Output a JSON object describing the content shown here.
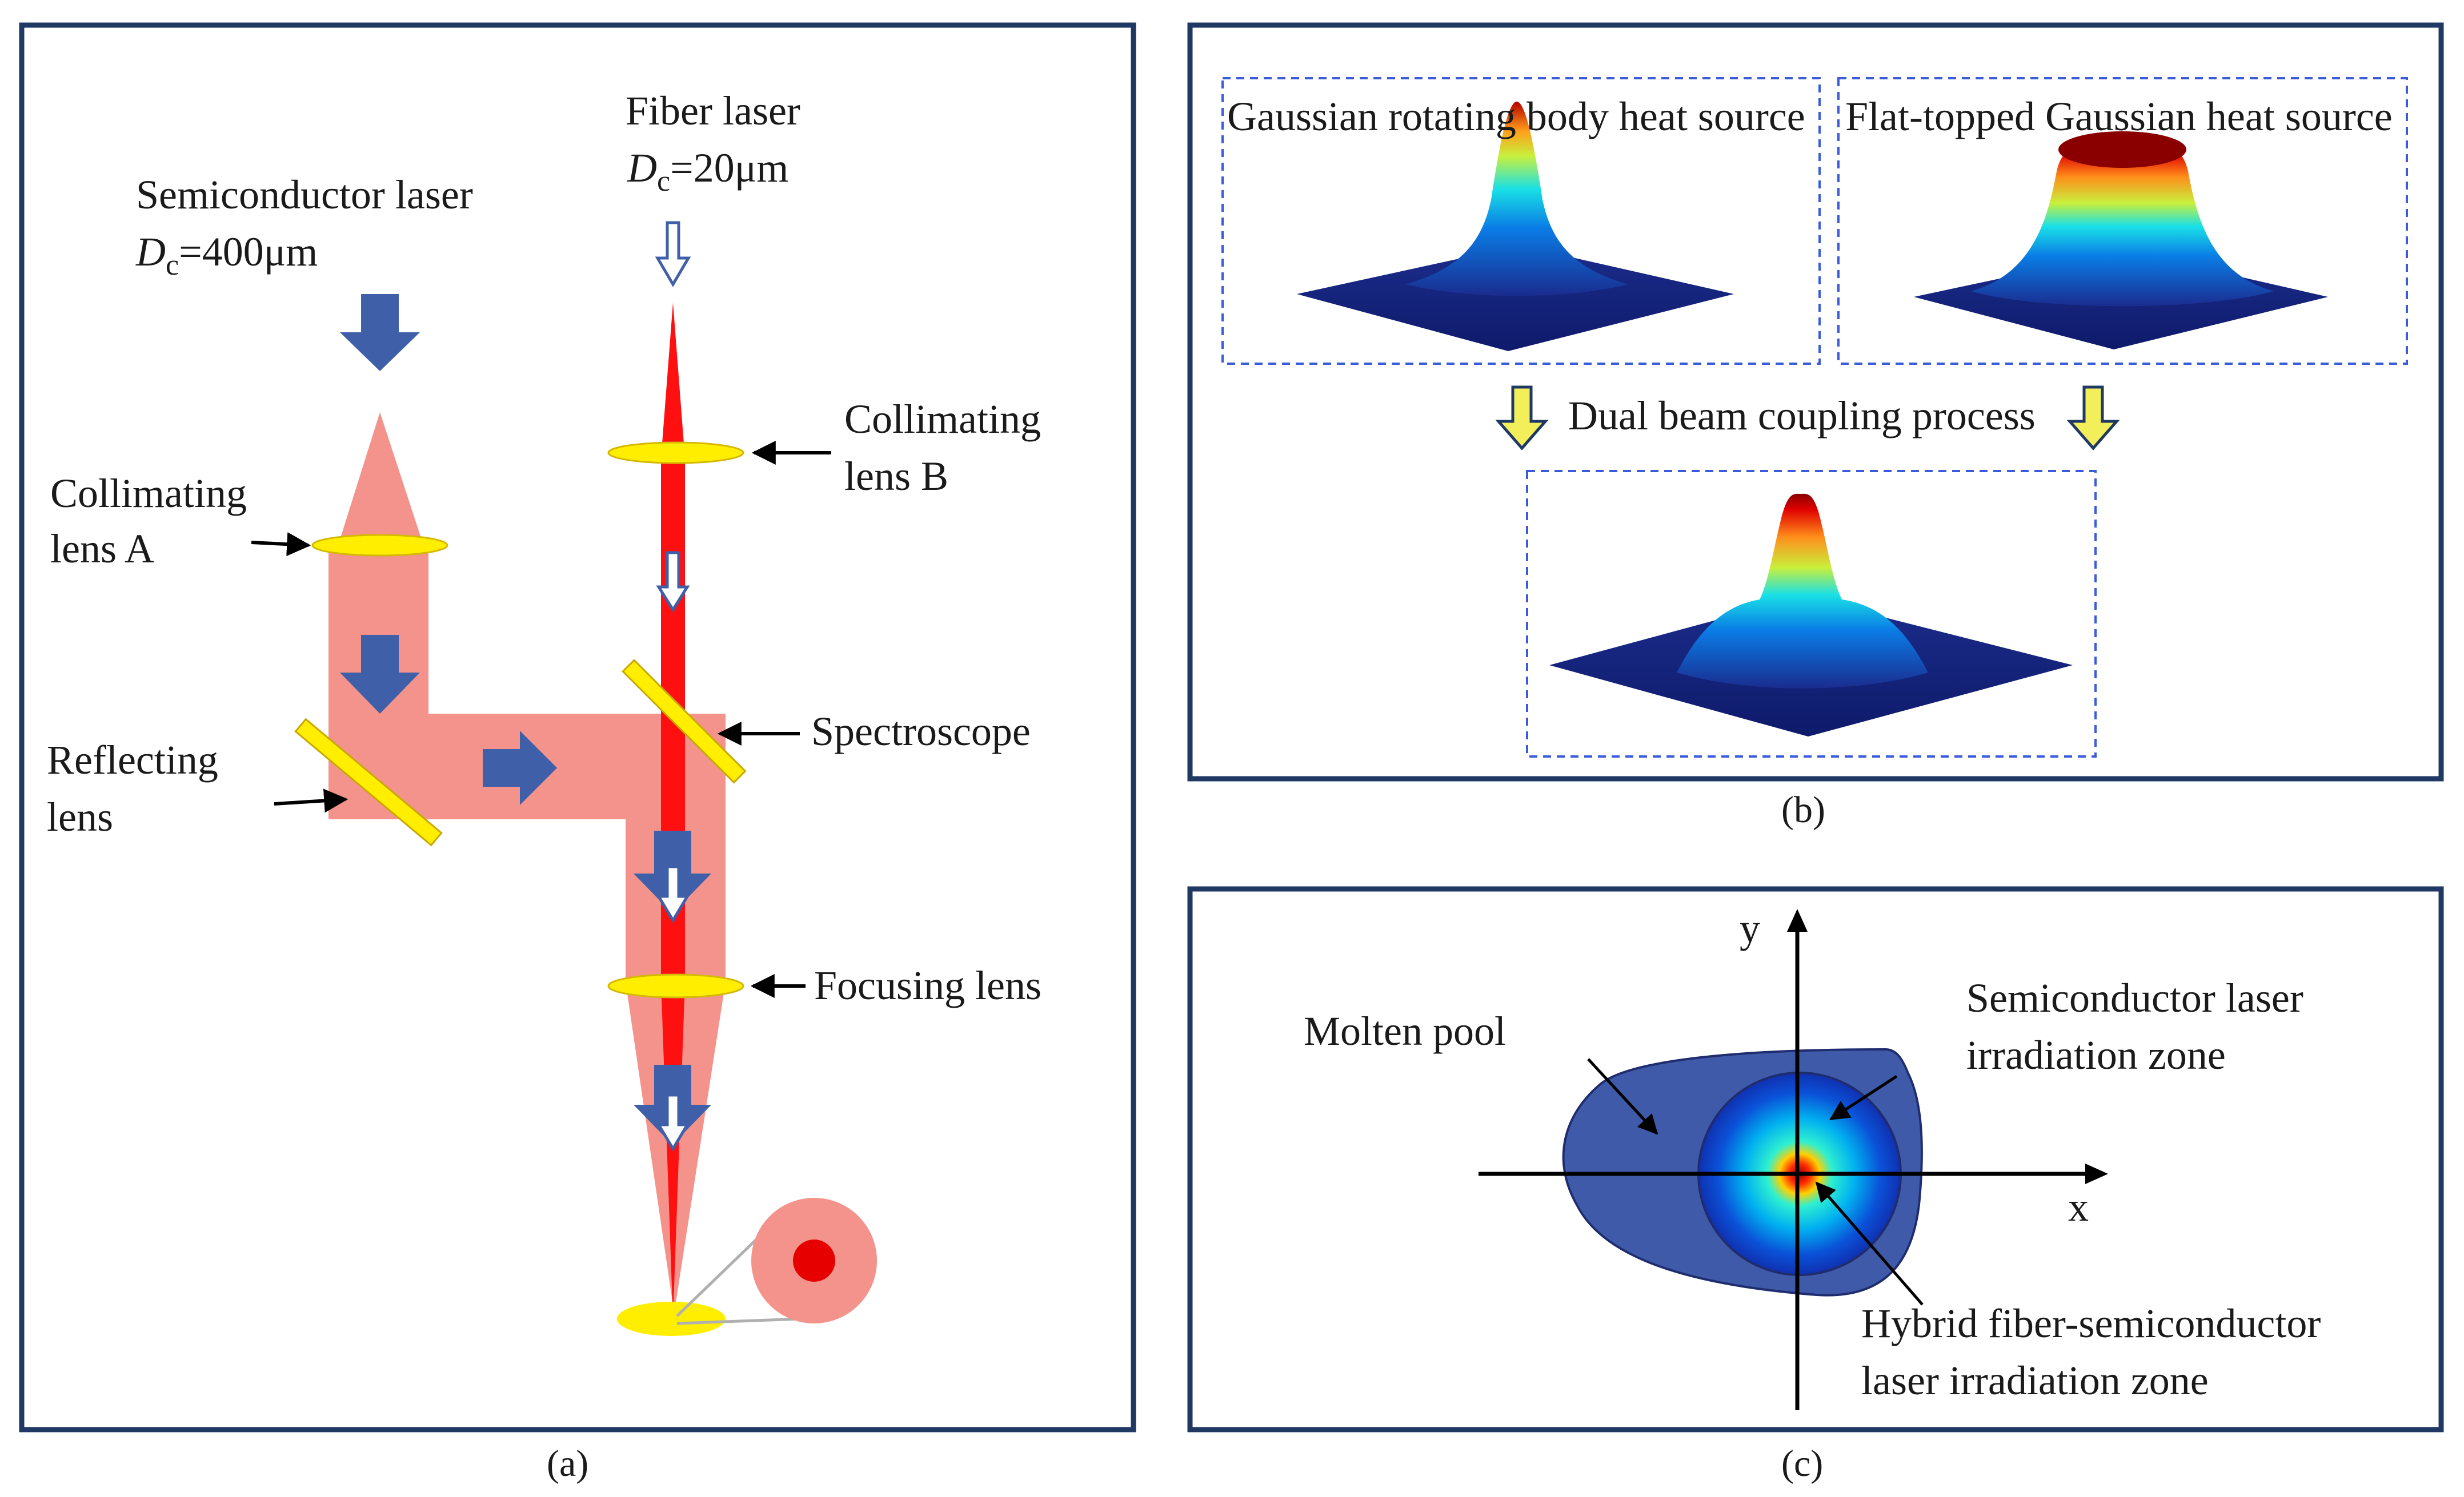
{
  "panel_a": {
    "caption": "(a)",
    "semiconductor_laser": {
      "line1": "Semiconductor laser",
      "sym": "D",
      "sub": "c",
      "val": "=400μm"
    },
    "fiber_laser": {
      "line1": "Fiber laser",
      "sym": "D",
      "sub": "c",
      "val": "=20μm"
    },
    "collimating_lens_a": [
      "Collimating",
      "lens A"
    ],
    "collimating_lens_b": [
      "Collimating",
      "lens B"
    ],
    "reflecting_lens": [
      "Reflecting",
      "lens"
    ],
    "spectroscope": "Spectroscope",
    "focusing_lens": "Focusing lens"
  },
  "panel_b": {
    "caption": "(b)",
    "gaussian_rotating": "Gaussian rotating body heat source",
    "flat_topped": "Flat-topped Gaussian heat source",
    "coupling": "Dual beam coupling process"
  },
  "panel_c": {
    "caption": "(c)",
    "axis_x": "x",
    "axis_y": "y",
    "molten_pool": "Molten pool",
    "semiconductor_zone": [
      "Semiconductor laser",
      "irradiation zone"
    ],
    "hybrid_zone": [
      "Hybrid fiber-semiconductor",
      "laser irradiation zone"
    ]
  },
  "colors": {
    "frame": "#1f3864",
    "semiconductor_beam": "#f4938c",
    "fiber_beam": "#ff0000",
    "lens": "#ffee00",
    "arrow": "#3f5fa8",
    "dashed": "#3b5bdb",
    "molten_pool": "#3f5aa8"
  }
}
